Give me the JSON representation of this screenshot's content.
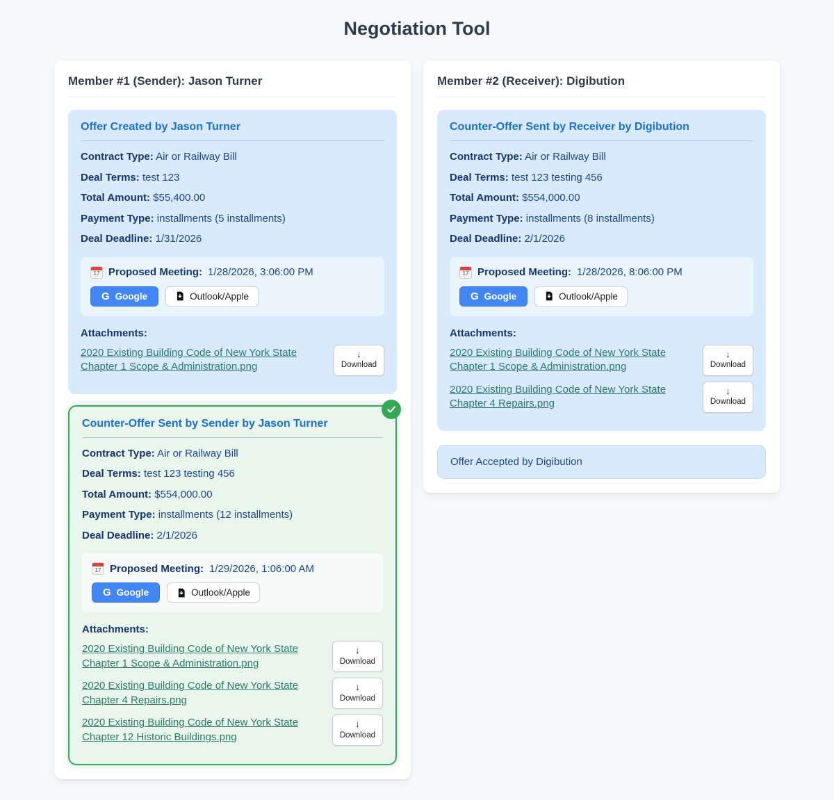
{
  "page": {
    "title": "Negotiation Tool"
  },
  "colors": {
    "accent_green": "#34a853",
    "card_blue_bg": "#d8eafc",
    "card_green_bg": "#e9f6ec",
    "title_blue": "#1a6fd4",
    "link_teal": "#2c7a6b",
    "google_blue": "#4285f4"
  },
  "common": {
    "download_label": "Download",
    "download_arrow": "↓",
    "google_g": "G",
    "calendar_day": "17"
  },
  "left_panel": {
    "header": "Member #1 (Sender): Jason Turner",
    "offer": {
      "title": "Offer Created by Jason Turner",
      "fields": [
        {
          "label": "Contract Type:",
          "value": "Air or Railway Bill"
        },
        {
          "label": "Deal Terms:",
          "value": "test 123"
        },
        {
          "label": "Total Amount:",
          "value": "$55,400.00"
        },
        {
          "label": "Payment Type:",
          "value": "installments (5 installments)"
        },
        {
          "label": "Deal Deadline:",
          "value": "1/31/2026"
        }
      ],
      "meeting": {
        "label": "Proposed Meeting:",
        "datetime": "1/28/2026, 3:06:00 PM",
        "google_label": "Google",
        "outlook_label": "Outlook/Apple"
      },
      "attachments_label": "Attachments:",
      "attachments": [
        {
          "name": "2020 Existing Building Code of New York State Chapter 1 Scope & Administration.png"
        }
      ]
    },
    "counter_offer": {
      "title": "Counter-Offer Sent by Sender by Jason Turner",
      "fields": [
        {
          "label": "Contract Type:",
          "value": "Air or Railway Bill"
        },
        {
          "label": "Deal Terms:",
          "value": "test 123 testing 456"
        },
        {
          "label": "Total Amount:",
          "value": "$554,000.00"
        },
        {
          "label": "Payment Type:",
          "value": "installments (12 installments)"
        },
        {
          "label": "Deal Deadline:",
          "value": "2/1/2026"
        }
      ],
      "meeting": {
        "label": "Proposed Meeting:",
        "datetime": "1/29/2026, 1:06:00 AM",
        "google_label": "Google",
        "outlook_label": "Outlook/Apple"
      },
      "attachments_label": "Attachments:",
      "attachments": [
        {
          "name": "2020 Existing Building Code of New York State Chapter 1 Scope & Administration.png"
        },
        {
          "name": "2020 Existing Building Code of New York State Chapter 4 Repairs.png"
        },
        {
          "name": "2020 Existing Building Code of New York State Chapter 12 Historic Buildings.png"
        }
      ]
    }
  },
  "right_panel": {
    "header": "Member #2 (Receiver): Digibution",
    "counter_offer": {
      "title": "Counter-Offer Sent by Receiver by Digibution",
      "fields": [
        {
          "label": "Contract Type:",
          "value": "Air or Railway Bill"
        },
        {
          "label": "Deal Terms:",
          "value": "test 123 testing 456"
        },
        {
          "label": "Total Amount:",
          "value": "$554,000.00"
        },
        {
          "label": "Payment Type:",
          "value": "installments (8 installments)"
        },
        {
          "label": "Deal Deadline:",
          "value": "2/1/2026"
        }
      ],
      "meeting": {
        "label": "Proposed Meeting:",
        "datetime": "1/28/2026, 8:06:00 PM",
        "google_label": "Google",
        "outlook_label": "Outlook/Apple"
      },
      "attachments_label": "Attachments:",
      "attachments": [
        {
          "name": "2020 Existing Building Code of New York State Chapter 1 Scope & Administration.png"
        },
        {
          "name": "2020 Existing Building Code of New York State Chapter 4 Repairs.png"
        }
      ]
    },
    "accepted_notice": "Offer Accepted by Digibution"
  }
}
